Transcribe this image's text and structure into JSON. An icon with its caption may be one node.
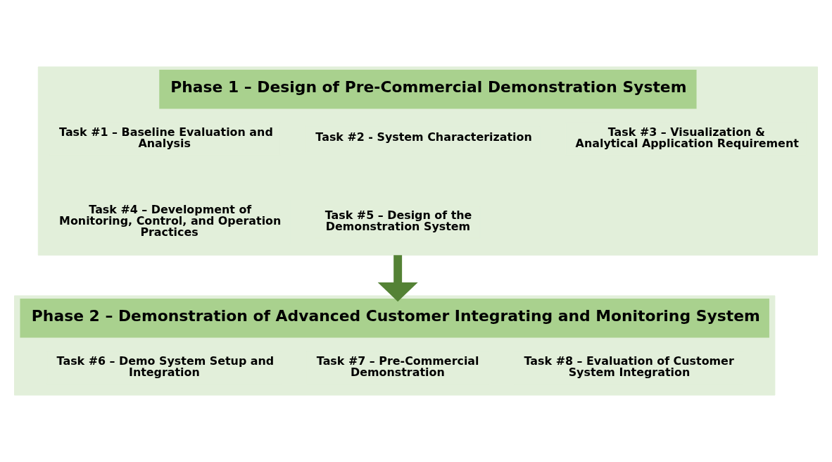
{
  "diagram": {
    "nodes": [
      {
        "text": [
          "Phase 1 – Design of Pre-Commercial Demonstration System"
        ]
      },
      {
        "text": [
          "Task #1 – Baseline Evaluation and Analysis"
        ],
        "in": 0
      },
      {
        "text": [
          "Task #2 - System Characterization"
        ],
        "in": 0
      },
      {
        "text": [
          "Task #3 – Visualization & Analytical Application Requirement"
        ],
        "in": 0
      },
      {
        "text": [
          "Task #4 – Development of Monitoring, Control, and Operation Practices"
        ],
        "in": 0
      },
      {
        "text": [
          "Task #5 – Design of the Demonstration System"
        ],
        "in": 0
      },
      {
        "text": [
          "Phase 2 – Demonstration of Advanced Customer Integrating and Monitoring System"
        ]
      },
      {
        "text": [
          "Task #6 – Demo System Setup and Integration"
        ],
        "in": 6
      },
      {
        "text": [
          "Task #7 – Pre-Commercial Demonstration"
        ],
        "in": 6
      },
      {
        "text": [
          "Task #8 – Evaluation of Customer System Integration"
        ],
        "in": 6
      }
    ],
    "edges": [
      {
        "from": 0,
        "to": 6,
        "arrow": "to",
        "color": "#548235"
      }
    ]
  }
}
